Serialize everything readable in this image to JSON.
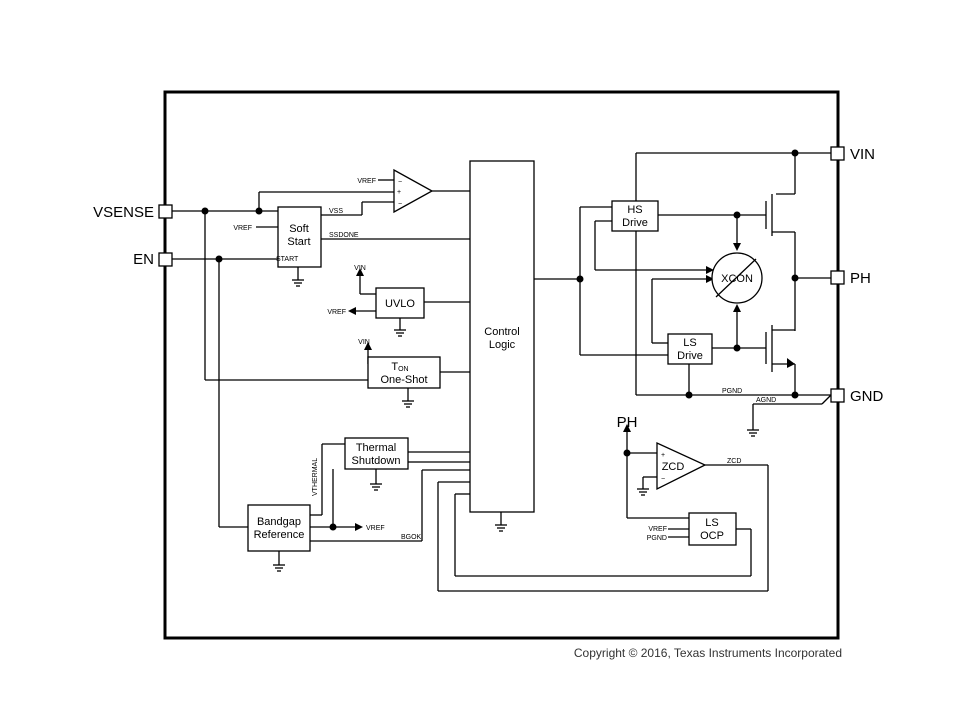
{
  "pins": {
    "vsense": "VSENSE",
    "en": "EN",
    "vin": "VIN",
    "ph": "PH",
    "gnd": "GND"
  },
  "blocks": {
    "soft_start": [
      "Soft",
      "Start"
    ],
    "uvlo": "UVLO",
    "ton": {
      "main": "T",
      "sub": "ON",
      "line2": "One-Shot"
    },
    "thermal_shutdown": [
      "Thermal",
      "Shutdown"
    ],
    "bandgap_reference": [
      "Bandgap",
      "Reference"
    ],
    "control_logic": [
      "Control",
      "Logic"
    ],
    "hs_drive": [
      "HS",
      "Drive"
    ],
    "ls_drive": [
      "LS",
      "Drive"
    ],
    "xcon": "XCON",
    "zcd": "ZCD",
    "ls_ocp": [
      "LS",
      "OCP"
    ]
  },
  "signals": {
    "vref": "VREF",
    "vss": "VSS",
    "ssdone": "SSDONE",
    "start": "START",
    "vin": "VIN",
    "vthermal": "VTHERMAL",
    "bgok": "BGOK",
    "zcd": "ZCD",
    "pgnd": "PGND",
    "agnd": "AGND",
    "ph": "PH",
    "plus": "+",
    "minus": "−"
  },
  "copyright": "Copyright © 2016, Texas Instruments Incorporated"
}
